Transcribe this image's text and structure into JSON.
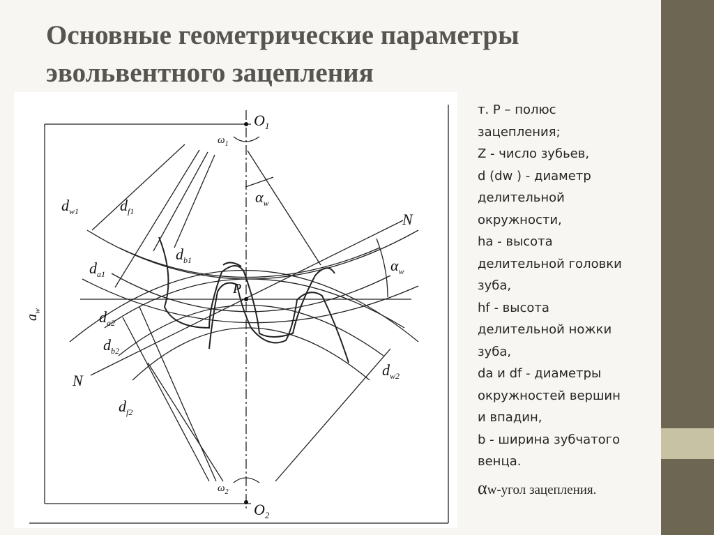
{
  "slide": {
    "title_lines": [
      "Основные геометрические параметры",
      "эвольвентного зацепления"
    ]
  },
  "notes": {
    "lines": [
      "т. Р – полюс",
      "зацепления;",
      "Z - число зубьев,",
      "d (dw ) - диаметр",
      "делительной",
      "окружности,",
      "ha - высота",
      "делительной головки",
      "зуба,",
      "hf - высота",
      "делительной ножки",
      "зуба,",
      "da и df - диаметры",
      "окружностей вершин",
      "и впадин,",
      "b - ширина зубчатого",
      "венца."
    ],
    "footer_symbol": "α",
    "footer_text": "w-угол зацепления."
  },
  "diagram": {
    "labels": {
      "o1": "O",
      "o1_sub": "1",
      "o2": "O",
      "o2_sub": "2",
      "omega1": "ω",
      "omega1_sub": "1",
      "omega2": "ω",
      "omega2_sub": "2",
      "alpha_w_top": "α",
      "alpha_w_top_sub": "w",
      "alpha_w_right": "α",
      "alpha_w_right_sub": "w",
      "n_top": "N",
      "n_bottom": "N",
      "p": "P",
      "aw": "a",
      "aw_sub": "w",
      "dw1": "d",
      "dw1_sub": "w1",
      "df1": "d",
      "df1_sub": "f1",
      "db1": "d",
      "db1_sub": "b1",
      "da1": "d",
      "da1_sub": "a1",
      "da2": "d",
      "da2_sub": "a2",
      "db2": "d",
      "db2_sub": "b2",
      "df2": "d",
      "df2_sub": "f2",
      "dw2": "d",
      "dw2_sub": "w2"
    }
  }
}
